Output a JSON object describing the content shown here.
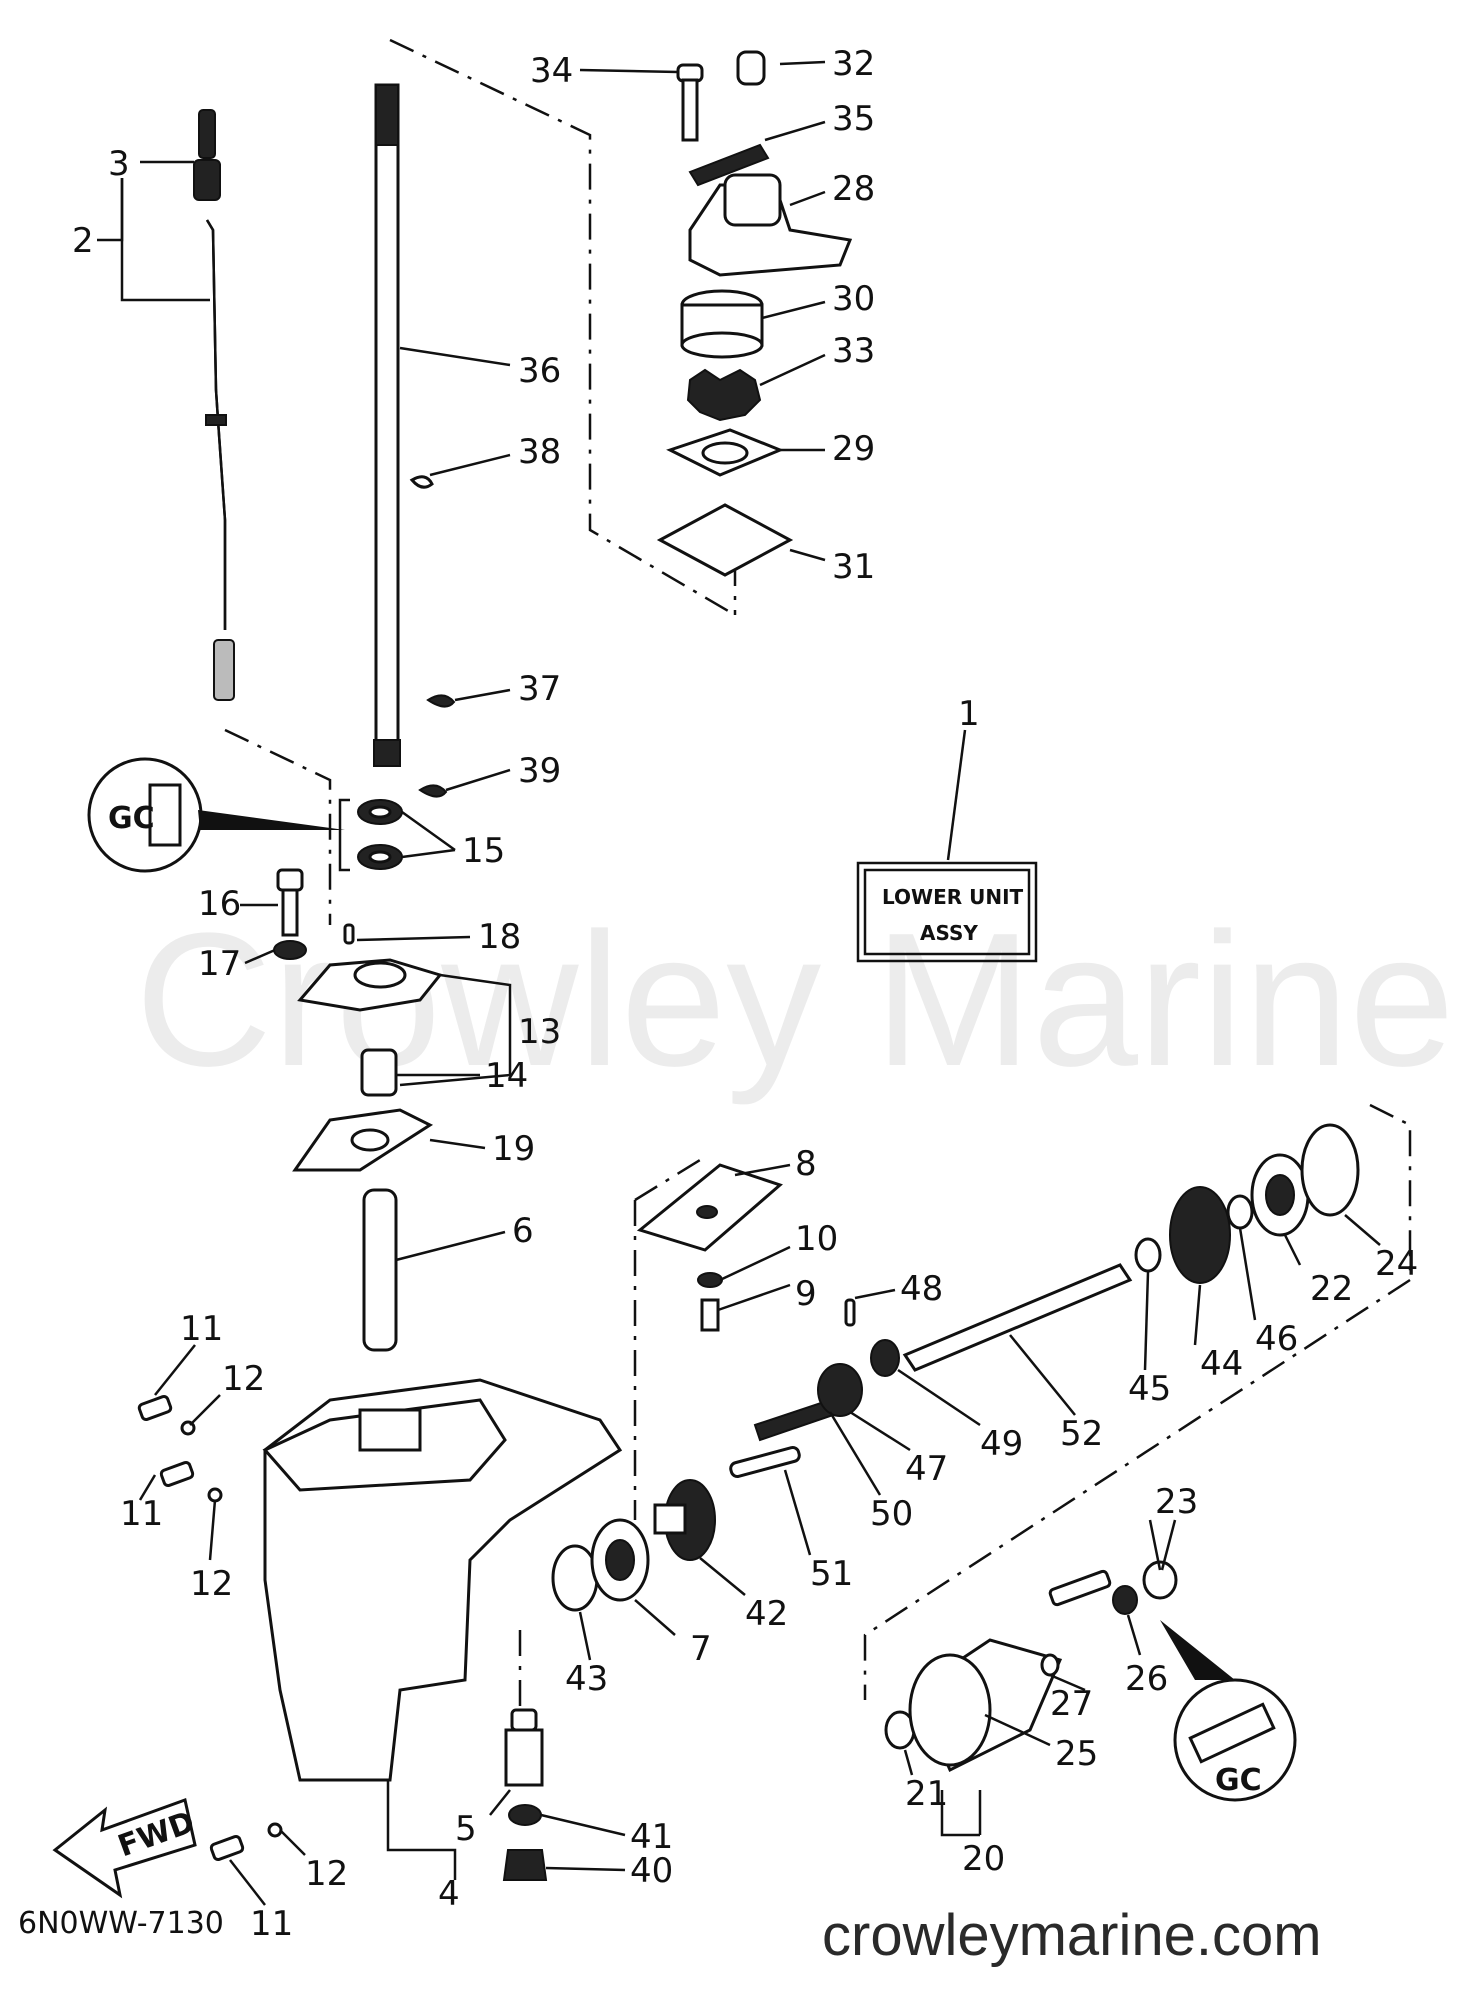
{
  "diagram_code": "6N0WW-7130",
  "watermark": "Crowley Marine",
  "website": "crowleymarine.com",
  "assembly_box": {
    "line1": "LOWER UNIT",
    "line2": "ASSY",
    "callout": "1"
  },
  "fwd_label": "FWD",
  "grease_symbol": "GC",
  "callouts": {
    "c2": "2",
    "c3": "3",
    "c4": "4",
    "c5": "5",
    "c6": "6",
    "c7": "7",
    "c8": "8",
    "c9": "9",
    "c10": "10",
    "c11a": "11",
    "c11b": "11",
    "c11c": "11",
    "c12a": "12",
    "c12b": "12",
    "c12c": "12",
    "c13": "13",
    "c14": "14",
    "c15": "15",
    "c16": "16",
    "c17": "17",
    "c18": "18",
    "c19": "19",
    "c20": "20",
    "c21": "21",
    "c22": "22",
    "c23": "23",
    "c24": "24",
    "c25": "25",
    "c26": "26",
    "c27": "27",
    "c28": "28",
    "c29": "29",
    "c30": "30",
    "c31": "31",
    "c32": "32",
    "c33": "33",
    "c34": "34",
    "c35": "35",
    "c36": "36",
    "c37": "37",
    "c38": "38",
    "c39": "39",
    "c40": "40",
    "c41": "41",
    "c42": "42",
    "c43": "43",
    "c44": "44",
    "c45": "45",
    "c46": "46",
    "c47": "47",
    "c48": "48",
    "c49": "49",
    "c50": "50",
    "c51": "51",
    "c52": "52"
  }
}
